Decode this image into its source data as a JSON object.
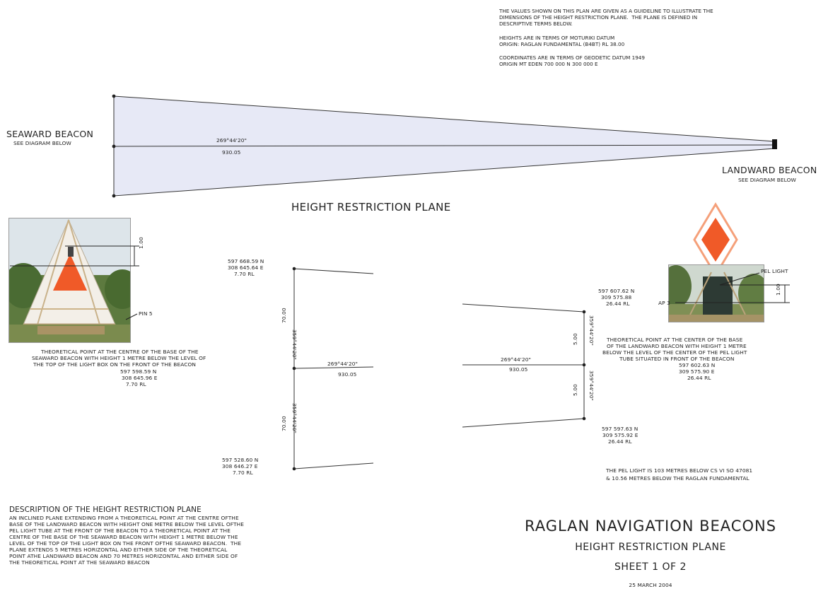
{
  "notes": [
    "THE VALUES SHOWN ON THIS PLAN ARE GIVEN AS A GUIDELINE TO ILLUSTRATE THE",
    "DIMENSIONS OF THE HEIGHT RESTRICTION PLANE.  THE PLANE IS DEFINED IN",
    "DESCRIPTIVE TERMS BELOW.",
    "HEIGHTS ARE IN TERMS OF MOTURIKI DATUM",
    "ORIGIN: RAGLAN FUNDAMENTAL (B4BT) RL 38.00",
    "COORDINATES ARE IN TERMS OF GEODETIC DATUM 1949",
    "ORIGIN MT EDEN 700 000 N 300 000 E"
  ],
  "top_plan": {
    "seaward_title": "SEAWARD BEACON",
    "seaward_sub": "SEE DIAGRAM BELOW",
    "landward_title": "LANDWARD BEACON",
    "landward_sub": "SEE DIAGRAM BELOW",
    "bearing": "269°44'20\"",
    "distance": "930.05",
    "caption": "HEIGHT RESTRICTION PLANE"
  },
  "seaward_detail": {
    "dim_100": "1.00",
    "pin_label": "PIN 5",
    "description": [
      "THEORETICAL POINT AT THE CENTRE OF THE BASE OF THE",
      "SEAWARD BEACON WITH HEIGHT 1 METRE BELOW THE LEVEL OF",
      "THE TOP OF THE LIGHT BOX ON THE FRONT OF THE BEACON"
    ],
    "coords": [
      "597 598.59 N",
      "308 645.96 E",
      "7.70 RL"
    ],
    "top_point": [
      "597 668.59 N",
      "308 645.64 E",
      "7.70 RL"
    ],
    "bottom_point": [
      "597 528.60 N",
      "308 646.27 E",
      "7.70 RL"
    ],
    "upper_dim": "70.00",
    "upper_bearing": "359°44'20\"",
    "lower_dim": "70.00",
    "lower_bearing": "359°44'20\"",
    "center_bearing": "269°44'20\"",
    "center_distance": "930.05"
  },
  "landward_detail": {
    "top_point": [
      "597 607.62 N",
      "309 575.88",
      "26.44 RL"
    ],
    "bottom_point": [
      "597 597.63 N",
      "309 575.92 E",
      "26.44 RL"
    ],
    "upper_dim": "5.00",
    "upper_bearing": "359°44'20\"",
    "lower_dim": "5.00",
    "lower_bearing": "359°44'20\"",
    "center_bearing": "269°44'20\"",
    "center_distance": "930.05",
    "pel_label": "PEL LIGHT",
    "ap_label": "AP 3",
    "dim_100": "1.00",
    "description": [
      "THEORETICAL POINT AT THE CENTER OF THE BASE",
      "OF THE LANDWARD BEACON WITH HEIGHT 1 METRE",
      "BELOW THE LEVEL OF THE CENTER OF THE PEL LIGHT",
      "TUBE SITUATED IN FRONT OF THE BEACON"
    ],
    "coords": [
      "597 602.63 N",
      "309 575.90 E",
      "26.44 RL"
    ],
    "pel_note": [
      "THE PEL LIGHT IS 103 METRES BELOW CS VI SO 47081",
      "& 10.56 METRES BELOW THE RAGLAN FUNDAMENTAL"
    ]
  },
  "description": {
    "heading": "DESCRIPTION OF THE HEIGHT RESTRICTION PLANE",
    "lines": [
      "AN INCLINED PLANE EXTENDING FROM A THEORETICAL POINT AT THE CENTRE OFTHE",
      "BASE OF THE LANDWARD BEACON WITH HEIGHT ONE METRE BELOW THE LEVEL OFTHE",
      "PEL LIGHT TUBE AT THE FRONT OF THE BEACON TO A THEORETICAL POINT AT THE",
      "CENTRE OF THE BASE OF THE SEAWARD BEACON WITH HEIGHT 1 METRE BELOW THE",
      "LEVEL OF THE TOP OF THE LIGHT BOX ON THE FRONT OFTHE SEAWARD BEACON.  THE",
      "PLANE EXTENDS 5 METRES HORIZONTAL AND EITHER SIDE OF THE THEORETICAL",
      "POINT ATHE LANDWARD BEACON AND 70 METRES HORIZONTAL AND EITHER SIDE OF",
      "THE THEORETICAL POINT AT THE SEAWARD BEACON"
    ]
  },
  "title_block": {
    "title": "RAGLAN NAVIGATION BEACONS",
    "subtitle": "HEIGHT RESTRICTION PLANE",
    "sheet": "SHEET 1 OF 2",
    "date": "25 MARCH 2004"
  },
  "colors": {
    "plane_fill": "#e7e9f6",
    "line": "#333333",
    "beacon_orange": "#f05a28"
  }
}
